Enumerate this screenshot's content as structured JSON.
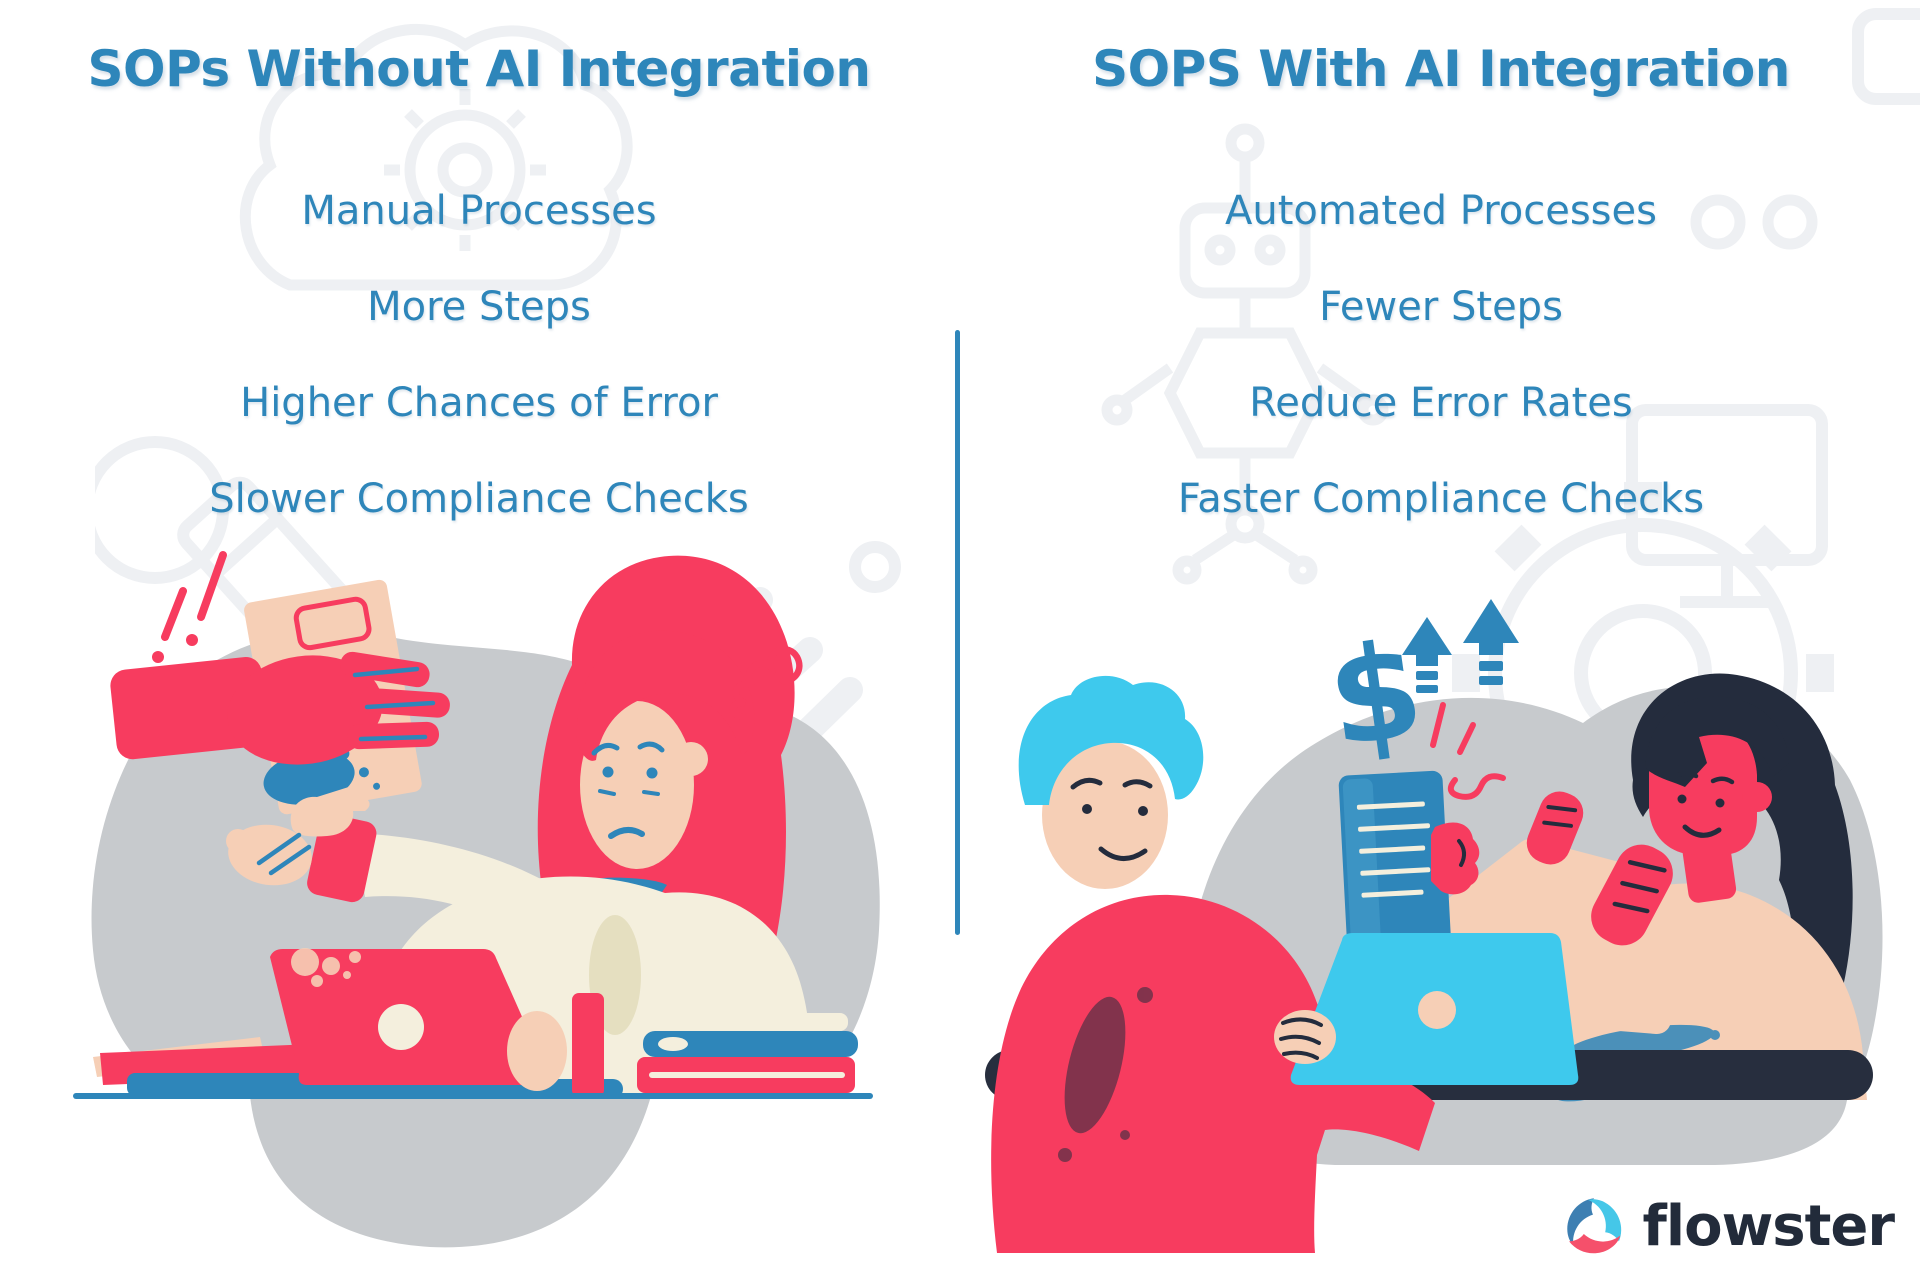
{
  "colors": {
    "accent_blue": "#2e86ba",
    "pink": "#f73c5f",
    "cyan": "#3ec9ed",
    "dark_navy": "#252d3d",
    "beige": "#f6cfb6",
    "cream": "#f4efdd",
    "blob_gray": "#c7cacd",
    "watermark_gray": "#eef0f3",
    "logo_text": "#222b3a",
    "logo_mark_blue": "#3d7fb2",
    "logo_mark_pink": "#f5506b",
    "logo_mark_cyan": "#45c7e8"
  },
  "left_panel": {
    "heading": "SOPs Without AI Integration",
    "items": [
      "Manual Processes",
      "More Steps",
      "Higher Chances of Error",
      "Slower Compliance Checks"
    ],
    "illustration": "stressed-worker-handed-documents"
  },
  "right_panel": {
    "heading": "SOPS With AI Integration",
    "items": [
      "Automated Processes",
      "Fewer Steps",
      "Reduce Error Rates",
      "Faster Compliance Checks"
    ],
    "dollar_symbol": "$",
    "illustration": "happy-team-automated-workflow"
  },
  "decor": {
    "watermarks": [
      "brain-gear",
      "pencil",
      "hand-sketch",
      "robot-flowchart",
      "monitor",
      "gear",
      "double-circles"
    ]
  },
  "footer": {
    "brand": "flowster"
  }
}
